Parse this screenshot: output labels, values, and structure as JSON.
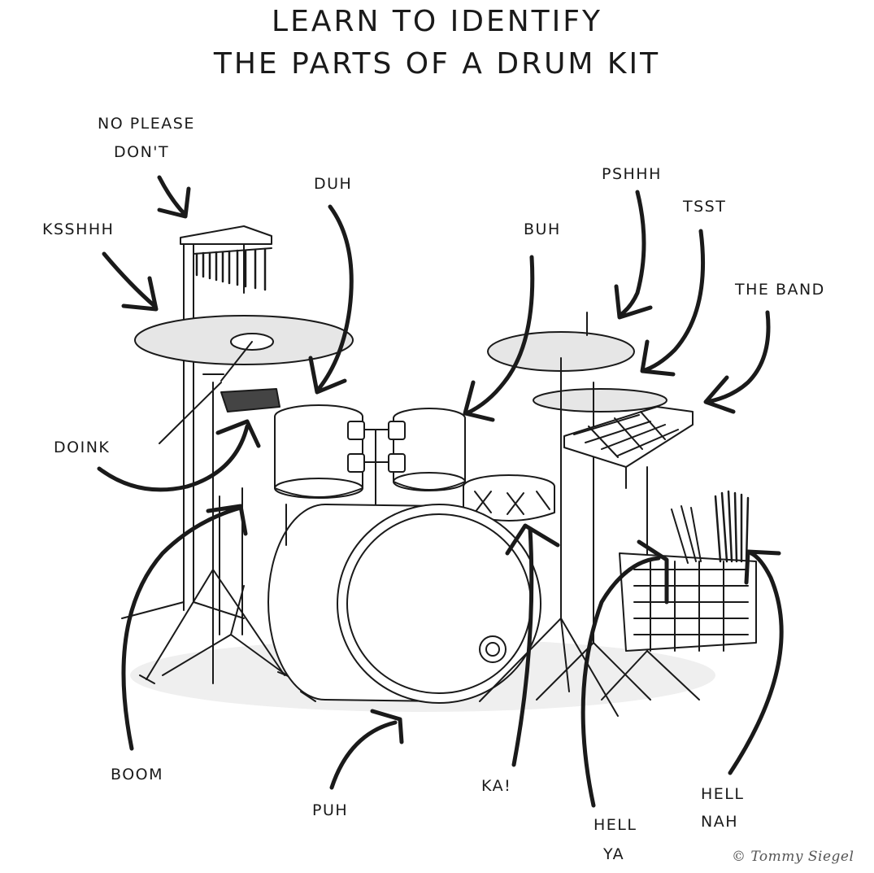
{
  "title": {
    "line1": "LEARN TO IDENTIFY",
    "line2": "THE PARTS OF A DRUM KIT"
  },
  "labels": {
    "no_please_dont_1": "NO PLEASE",
    "no_please_dont_2": "DON'T",
    "ksshhh": "KSSHHH",
    "duh": "DUH",
    "pshhh": "PSHHH",
    "tsst": "TSST",
    "buh": "BUH",
    "the_band": "THE BAND",
    "doink": "DOINK",
    "boom": "BOOM",
    "puh": "PUH",
    "ka": "KA!",
    "hell_ya_1": "HELL",
    "hell_ya_2": "YA",
    "hell_nah_1": "HELL",
    "hell_nah_2": "NAH"
  },
  "signature": "© Tommy Siegel",
  "colors": {
    "ink": "#1a1a1a",
    "shade": "#e6e6e6",
    "paper": "#ffffff"
  }
}
